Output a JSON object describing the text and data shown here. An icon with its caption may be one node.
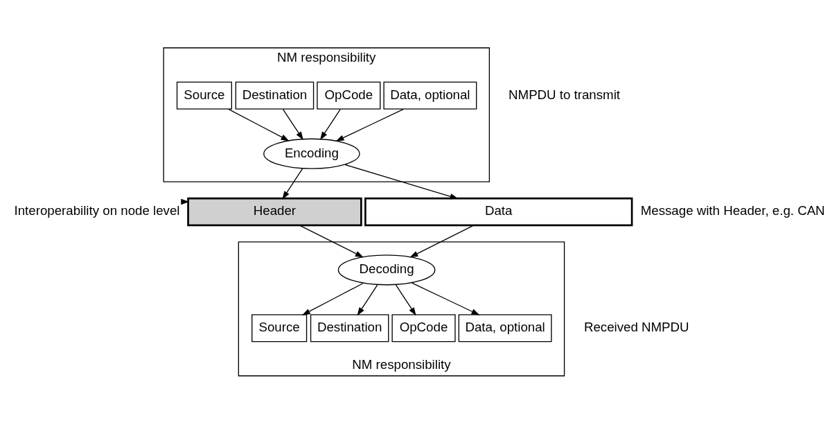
{
  "diagram": {
    "nodes": [
      {
        "text": [
          "NM responsibility"
        ]
      },
      {
        "text": [
          "Source"
        ],
        "in": 0
      },
      {
        "text": [
          "Destination"
        ],
        "in": 0
      },
      {
        "text": [
          "OpCode"
        ],
        "in": 0
      },
      {
        "text": [
          "Data, optional"
        ],
        "in": 0
      },
      {
        "text": [
          "Encoding"
        ],
        "in": 0
      },
      {
        "text": [
          "Header"
        ]
      },
      {
        "text": [
          "Data"
        ]
      },
      {
        "text": [
          "Interoperability on node level"
        ]
      },
      {
        "text": [
          "NM responsibility"
        ]
      },
      {
        "text": [
          "Decoding"
        ],
        "in": 9
      },
      {
        "text": [
          "Source"
        ],
        "in": 9
      },
      {
        "text": [
          "Destination"
        ],
        "in": 9
      },
      {
        "text": [
          "OpCode"
        ],
        "in": 9
      },
      {
        "text": [
          "Data, optional"
        ],
        "in": 9
      }
    ],
    "edges": [
      {
        "from": 1,
        "to": 5,
        "arrow": "to"
      },
      {
        "from": 2,
        "to": 5,
        "arrow": "to"
      },
      {
        "from": 3,
        "to": 5,
        "arrow": "to"
      },
      {
        "from": 4,
        "to": 5,
        "arrow": "to"
      },
      {
        "from": 5,
        "to": 6,
        "arrow": "to"
      },
      {
        "from": 5,
        "to": 7,
        "arrow": "to"
      },
      {
        "from": 8,
        "to": 6,
        "arrow": "to"
      },
      {
        "from": 6,
        "to": 10,
        "arrow": "to"
      },
      {
        "from": 7,
        "to": 10,
        "arrow": "to"
      },
      {
        "from": 10,
        "to": 11,
        "arrow": "to"
      },
      {
        "from": 10,
        "to": 12,
        "arrow": "to"
      },
      {
        "from": 10,
        "to": 13,
        "arrow": "to"
      },
      {
        "from": 10,
        "to": 14,
        "arrow": "to"
      }
    ],
    "labels": [
      "NMPDU to transmit",
      "Message with Header, e.g. CAN",
      "Received NMPDU"
    ]
  }
}
